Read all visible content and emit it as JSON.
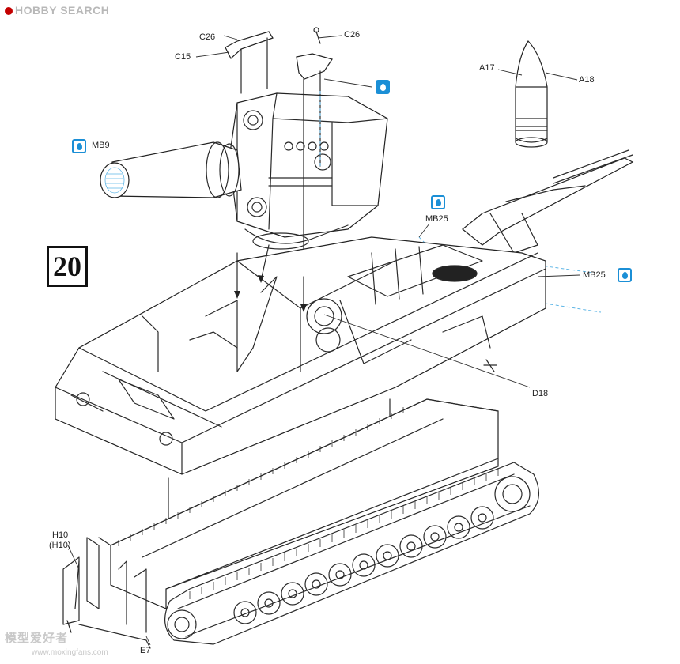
{
  "header": {
    "brand": "HOBBY SEARCH"
  },
  "step": {
    "number": "20"
  },
  "labels": {
    "c26_left": "C26",
    "c15": "C15",
    "c26_right": "C26",
    "a17": "A17",
    "a18": "A18",
    "mb9": "MB9",
    "mb25_top": "MB25",
    "mb25_right": "MB25",
    "d18": "D18",
    "h10": "H10",
    "h10_paren": "(H10)",
    "e7": "E7"
  },
  "icons": {
    "glue_icon": "drop-icon",
    "cement_icon": "cement-bottle-icon",
    "accent": "#1b8fd6"
  },
  "watermark": {
    "cn": "模型爱好者",
    "url": "www.moxingfans.com"
  }
}
